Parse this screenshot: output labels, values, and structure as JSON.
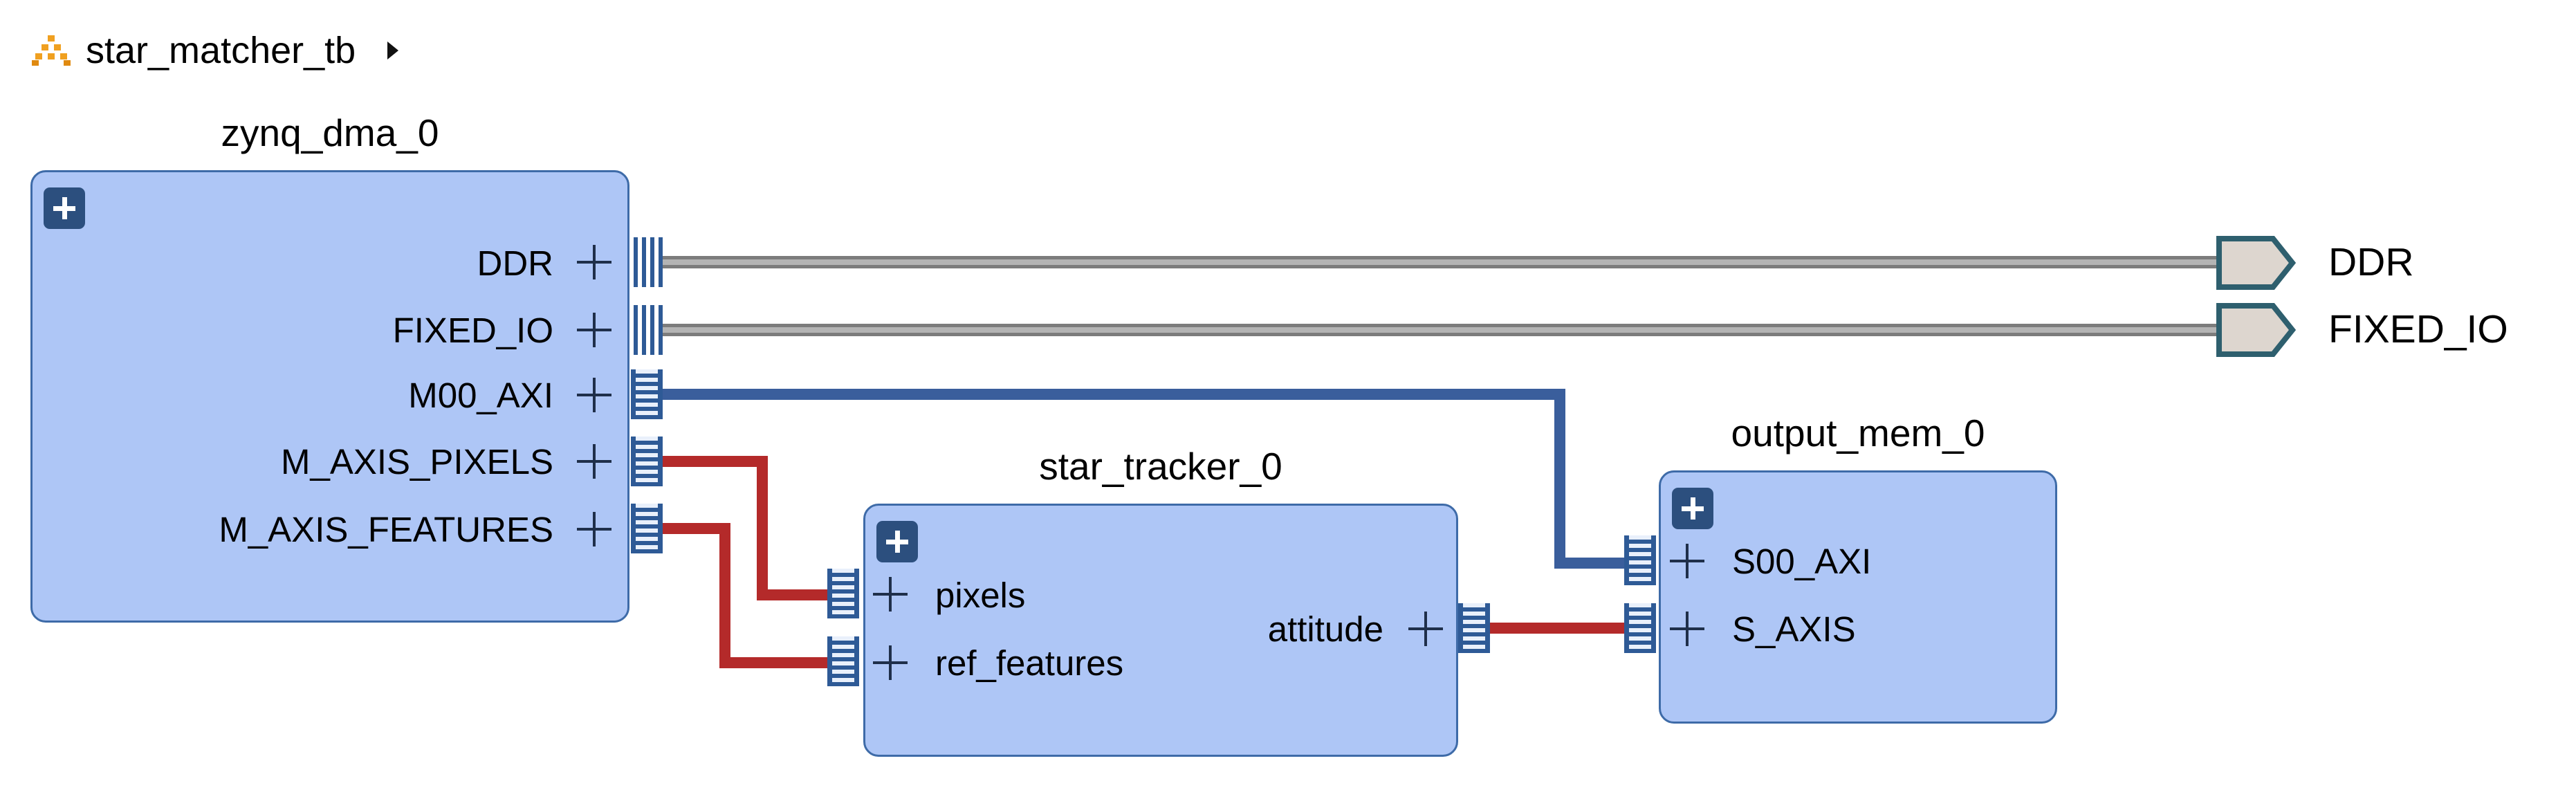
{
  "breadcrumb": {
    "label": "star_matcher_tb"
  },
  "blocks": {
    "zynq_dma": {
      "title": "zynq_dma_0",
      "ports": [
        "DDR",
        "FIXED_IO",
        "M00_AXI",
        "M_AXIS_PIXELS",
        "M_AXIS_FEATURES"
      ]
    },
    "star_tracker": {
      "title": "star_tracker_0",
      "inputs": [
        "pixels",
        "ref_features"
      ],
      "outputs": [
        "attitude"
      ]
    },
    "output_mem": {
      "title": "output_mem_0",
      "inputs": [
        "S00_AXI",
        "S_AXIS"
      ]
    }
  },
  "external_ports": [
    "DDR",
    "FIXED_IO"
  ],
  "colors": {
    "block_fill": "#aec6f6",
    "block_border": "#3e6ba8",
    "wire_gray": "#a0a0a0",
    "wire_blue": "#3a5e9c",
    "wire_red": "#b42a2a",
    "port_fill": "#ddd6cf",
    "port_border": "#2e5f6e"
  },
  "icons": {
    "breadcrumb": "hierarchy-icon",
    "expand": "plus-square-icon",
    "nav": "caret-right-icon"
  }
}
